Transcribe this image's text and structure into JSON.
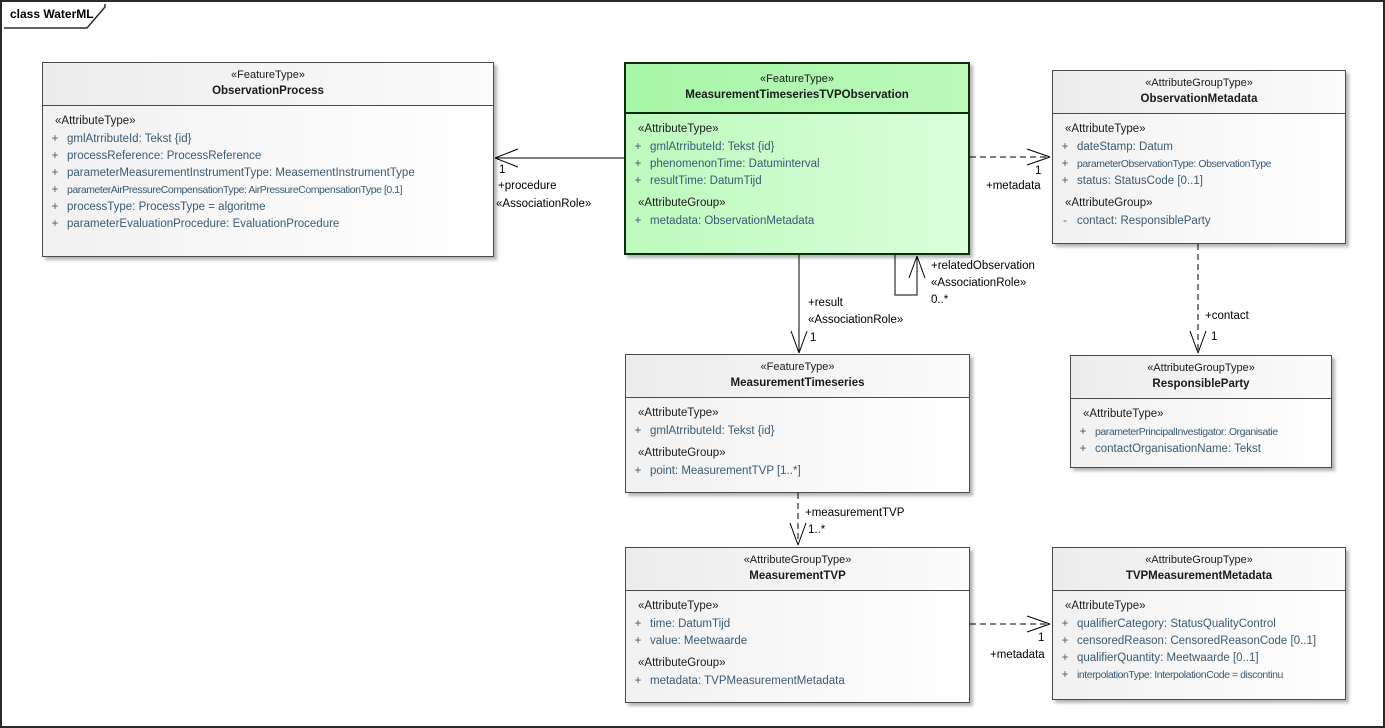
{
  "frame": {
    "title": "class WaterML"
  },
  "colors": {
    "highlight": "#a7f6a7",
    "highlight_body": "#bdf9bd",
    "attribute_text": "#3a5a73"
  },
  "classes": [
    {
      "stereotype": "«FeatureType»",
      "name": "ObservationProcess",
      "sections": [
        {
          "heading": "«AttributeType»",
          "rows": [
            {
              "vis": "+",
              "text": "gmlAtrributeId: Tekst {id}"
            },
            {
              "vis": "+",
              "text": "processReference: ProcessReference"
            },
            {
              "vis": "+",
              "text": "parameterMeasurementInstrumentType: MeasementInstrumentType"
            },
            {
              "vis": "+",
              "text": "parameterAirPressureCompensationType: AirPressureCompensationType [0.1]"
            },
            {
              "vis": "+",
              "text": "processType: ProcessType = algoritme"
            },
            {
              "vis": "+",
              "text": "parameterEvaluationProcedure: EvaluationProcedure"
            }
          ]
        }
      ]
    },
    {
      "stereotype": "«FeatureType»",
      "name": "MeasurementTimeseriesTVPObservation",
      "sections": [
        {
          "heading": "«AttributeType»",
          "rows": [
            {
              "vis": "+",
              "text": "gmlAtrributeId: Tekst {id}"
            },
            {
              "vis": "+",
              "text": "phenomenonTime: Datuminterval"
            },
            {
              "vis": "+",
              "text": "resultTime: DatumTijd"
            }
          ]
        },
        {
          "heading": "«AttributeGroup»",
          "rows": [
            {
              "vis": "+",
              "text": "metadata: ObservationMetadata"
            }
          ]
        }
      ]
    },
    {
      "stereotype": "«AttributeGroupType»",
      "name": "ObservationMetadata",
      "sections": [
        {
          "heading": "«AttributeType»",
          "rows": [
            {
              "vis": "+",
              "text": "dateStamp: Datum"
            },
            {
              "vis": "+",
              "text": "parameterObservationType: ObservationType"
            },
            {
              "vis": "+",
              "text": "status: StatusCode [0..1]"
            }
          ]
        },
        {
          "heading": "«AttributeGroup»",
          "rows": [
            {
              "vis": "-",
              "text": "contact: ResponsibleParty"
            }
          ]
        }
      ]
    },
    {
      "stereotype": "«FeatureType»",
      "name": "MeasurementTimeseries",
      "sections": [
        {
          "heading": "«AttributeType»",
          "rows": [
            {
              "vis": "+",
              "text": "gmlAtrributeId: Tekst {id}"
            }
          ]
        },
        {
          "heading": "«AttributeGroup»",
          "rows": [
            {
              "vis": "+",
              "text": "point: MeasurementTVP [1..*]"
            }
          ]
        }
      ]
    },
    {
      "stereotype": "«AttributeGroupType»",
      "name": "ResponsibleParty",
      "sections": [
        {
          "heading": "«AttributeType»",
          "rows": [
            {
              "vis": "+",
              "text": "parameterPrincipalInvestigator: Organisatie"
            },
            {
              "vis": "+",
              "text": "contactOrganisationName: Tekst"
            }
          ]
        }
      ]
    },
    {
      "stereotype": "«AttributeGroupType»",
      "name": "MeasurementTVP",
      "sections": [
        {
          "heading": "«AttributeType»",
          "rows": [
            {
              "vis": "+",
              "text": "time: DatumTijd"
            },
            {
              "vis": "+",
              "text": "value: Meetwaarde"
            }
          ]
        },
        {
          "heading": "«AttributeGroup»",
          "rows": [
            {
              "vis": "+",
              "text": "metadata: TVPMeasurementMetadata"
            }
          ]
        }
      ]
    },
    {
      "stereotype": "«AttributeGroupType»",
      "name": "TVPMeasurementMetadata",
      "sections": [
        {
          "heading": "«AttributeType»",
          "rows": [
            {
              "vis": "+",
              "text": "qualifierCategory: StatusQualityControl"
            },
            {
              "vis": "+",
              "text": "censoredReason: CensoredReasonCode [0..1]"
            },
            {
              "vis": "+",
              "text": "qualifierQuantity: Meetwaarde [0..1]"
            },
            {
              "vis": "+",
              "text": "interpolationType: InterpolationCode = discontinu"
            }
          ]
        }
      ]
    }
  ],
  "connectors": {
    "procedure": {
      "mult": "1",
      "role": "+procedure",
      "stereotype": "«AssociationRole»"
    },
    "metadata_top": {
      "mult": "1",
      "role": "+metadata"
    },
    "result": {
      "role": "+result",
      "stereotype": "«AssociationRole»",
      "mult": "1"
    },
    "related_observation": {
      "role": "+relatedObservation",
      "stereotype": "«AssociationRole»",
      "mult": "0..*"
    },
    "contact": {
      "role": "+contact",
      "mult": "1"
    },
    "measurement_tvp": {
      "role": "+measurementTVP",
      "mult": "1..*"
    },
    "metadata_bottom": {
      "mult": "1",
      "role": "+metadata"
    }
  }
}
